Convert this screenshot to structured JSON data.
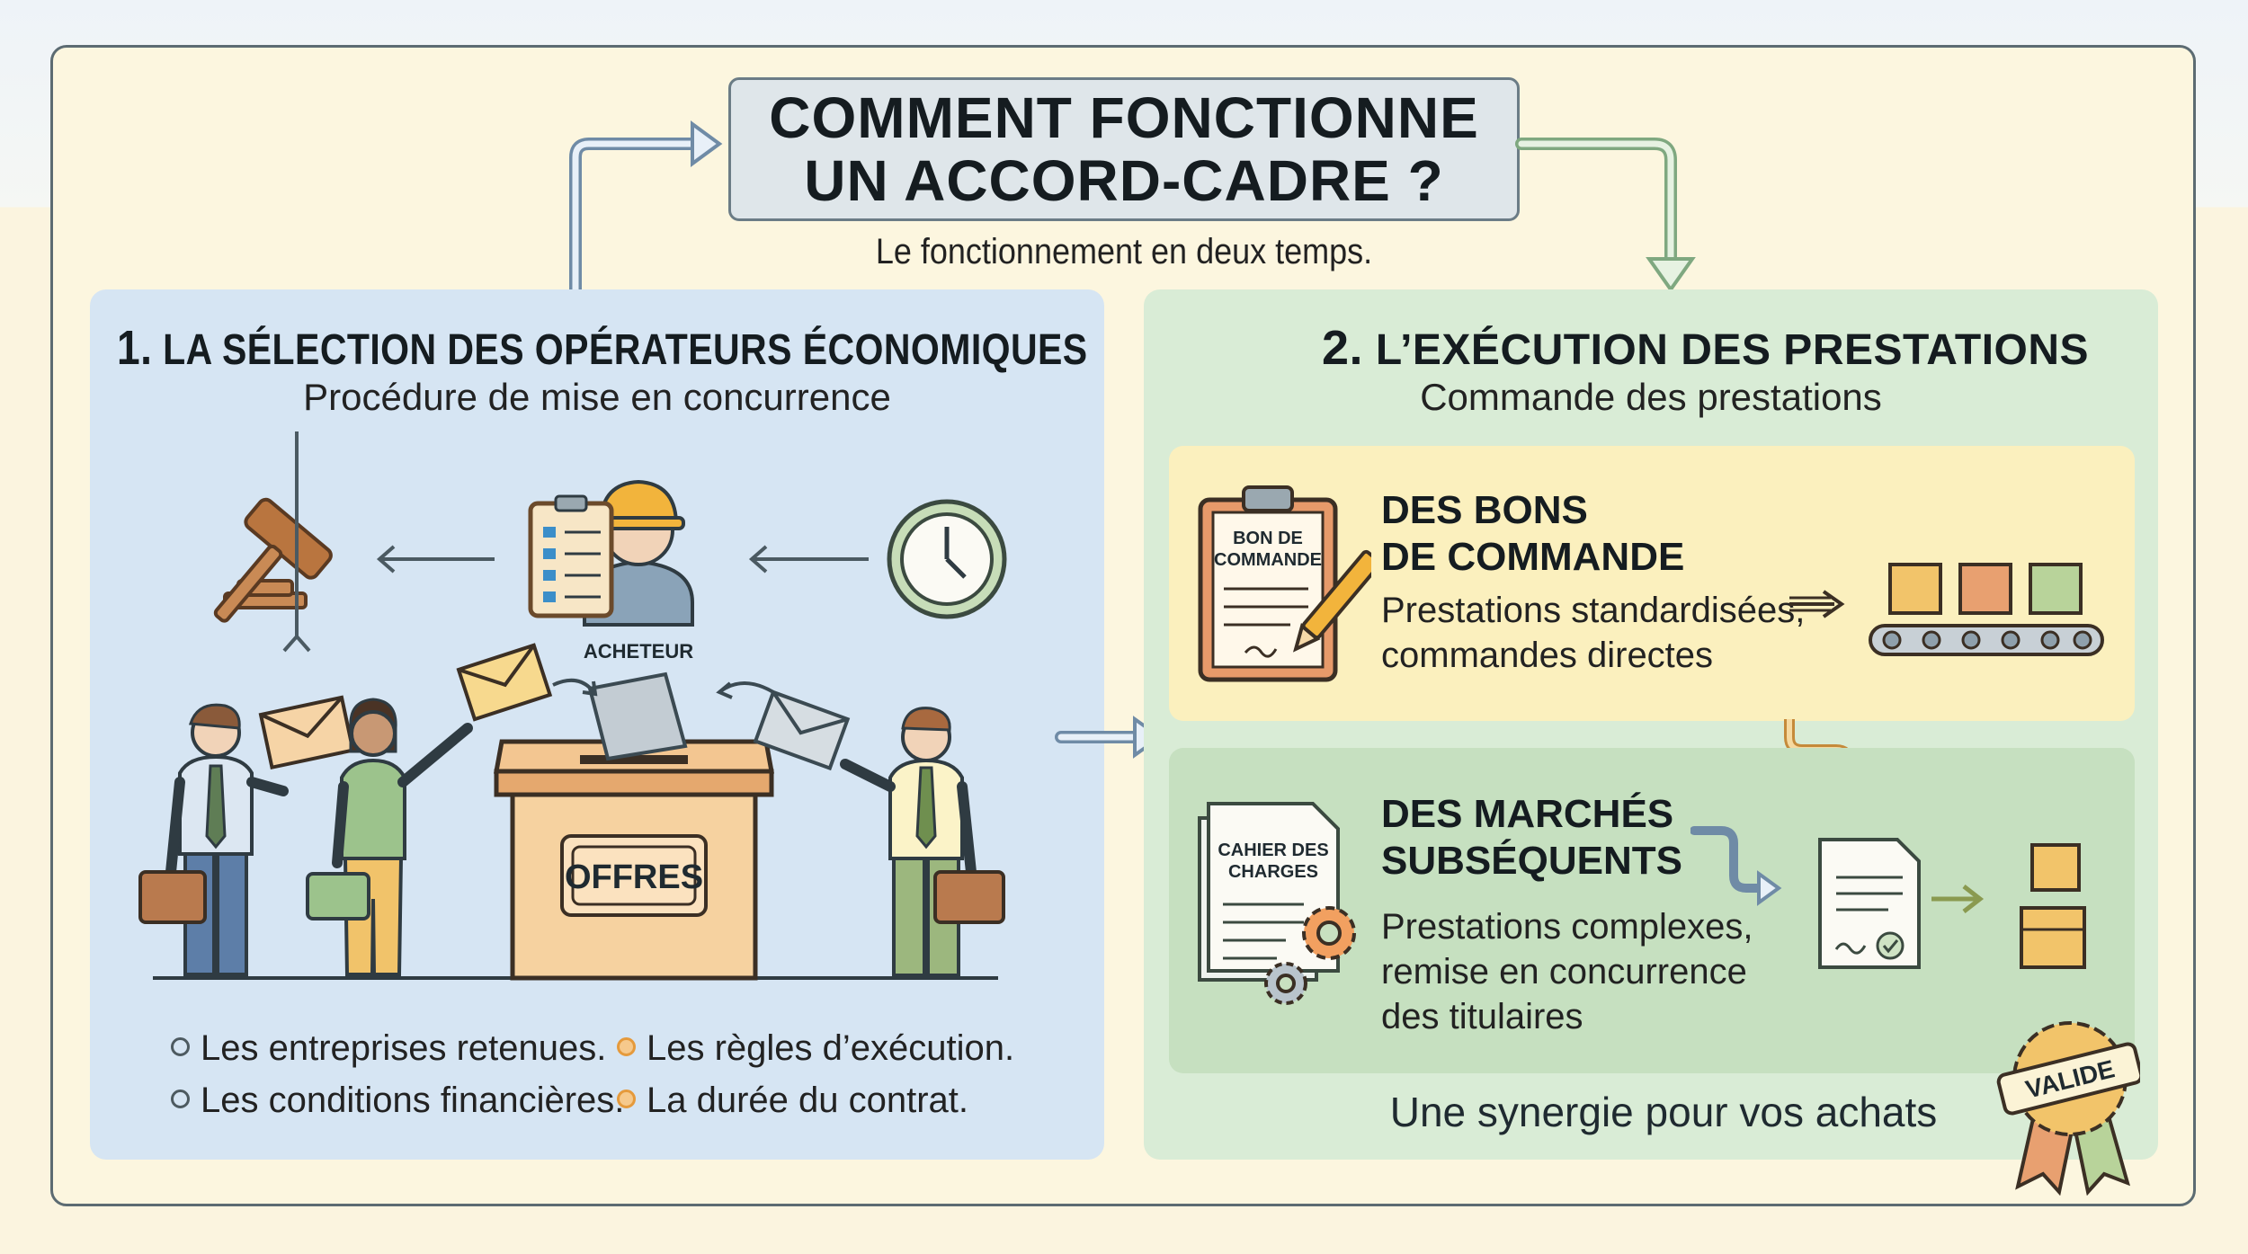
{
  "title": {
    "line1": "COMMENT FONCTIONNE",
    "line2": "UN ACCORD-CADRE ?"
  },
  "subtitle": "Le fonctionnement en deux temps.",
  "left_panel": {
    "number": "1.",
    "title": "LA SÉLECTION DES OPÉRATEURS ÉCONOMIQUES",
    "subtitle": "Procédure de mise en concurrence",
    "buyer_label": "ACHETEUR",
    "box_label": "OFFRES",
    "bullets": [
      "Les entreprises retenues.",
      "Les conditions financières.",
      "Les règles d’exécution.",
      "La durée du contrat."
    ]
  },
  "right_panel": {
    "number": "2.",
    "title": "L’EXÉCUTION DES PRESTATIONS",
    "subtitle": "Commande des prestations",
    "card1": {
      "heading_line1": "DES BONS",
      "heading_line2": "DE COMMANDE",
      "body_line1": "Prestations standardisées,",
      "body_line2": "commandes directes",
      "doc_label_line1": "BON DE",
      "doc_label_line2": "COMMANDE"
    },
    "card2": {
      "heading_line1": "DES MARCHÉS",
      "heading_line2": "SUBSÉQUENTS",
      "body_line1": "Prestations complexes,",
      "body_line2": "remise en concurrence",
      "body_line3": "des titulaires",
      "doc_label_line1": "CAHIER DES",
      "doc_label_line2": "CHARGES"
    },
    "footer": "Une synergie pour vos achats",
    "badge": "VALIDE"
  },
  "colors": {
    "left_panel": "#d6e5f3",
    "right_panel": "#d9ecd6",
    "yellow_card": "#fbf0be",
    "green_card": "#c6e0c0",
    "bullet_neutral": "#4d5a60",
    "bullet_orange": "#e59a3c"
  }
}
